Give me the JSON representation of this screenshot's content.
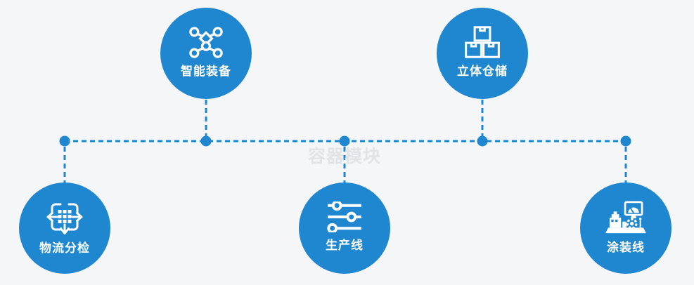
{
  "watermark": "容器模块",
  "colors": {
    "primary_blue": "#1f86d0",
    "background": "#f5f6f7",
    "label_text": "#ffffff",
    "watermark_gray": "#e2e3e6"
  },
  "nodes": [
    {
      "id": "smart-equipment",
      "label": "智能装备",
      "icon": "network-nodes-icon",
      "position": "top-left"
    },
    {
      "id": "stereo-warehouse",
      "label": "立体仓储",
      "icon": "stacked-boxes-icon",
      "position": "top-right"
    },
    {
      "id": "logistics-sorting",
      "label": "物流分检",
      "icon": "sorting-grid-arrows-icon",
      "position": "bottom-left"
    },
    {
      "id": "production-line",
      "label": "生产线",
      "icon": "sliders-icon",
      "position": "bottom-center"
    },
    {
      "id": "painting-line",
      "label": "涂装线",
      "icon": "machine-monitor-icon",
      "position": "bottom-right"
    }
  ]
}
